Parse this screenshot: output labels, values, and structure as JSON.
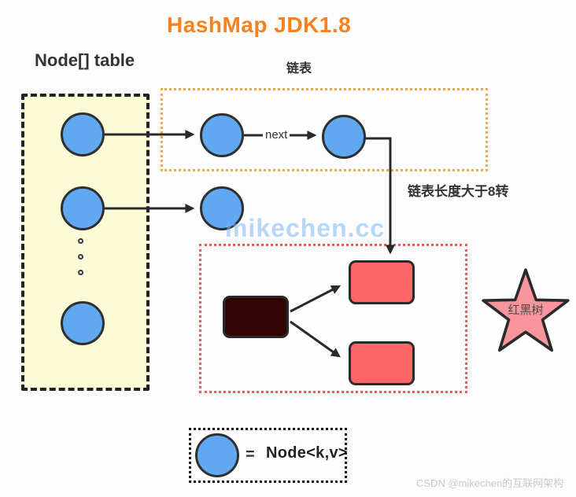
{
  "title": "HashMap JDK1.8",
  "table": {
    "label": "Node[] table"
  },
  "linked_list": {
    "label": "链表",
    "next_label": "next"
  },
  "tree": {
    "convert_label": "链表长度大于8转",
    "star_label": "红黑树"
  },
  "legend": {
    "equals": "=",
    "node_label": "Node<k,v>"
  },
  "watermarks": {
    "center": "mikechen.cc",
    "bottom_right": "CSDN @mikechen的互联网架构"
  },
  "colors": {
    "title_orange": "#F5821F",
    "node_blue": "#60A8F0",
    "node_border": "#2F2F2F",
    "table_fill": "#FBFBD8",
    "table_border": "#222222",
    "linked_list_border": "#F5A64A",
    "tree_box_border": "#F25C5C",
    "tree_red_node": "#FC6666",
    "tree_black_node": "#320404",
    "star_pink": "#F7949C",
    "watermark_blue": "#7EB6F4",
    "csdn_gray": "#C8C8C8"
  }
}
